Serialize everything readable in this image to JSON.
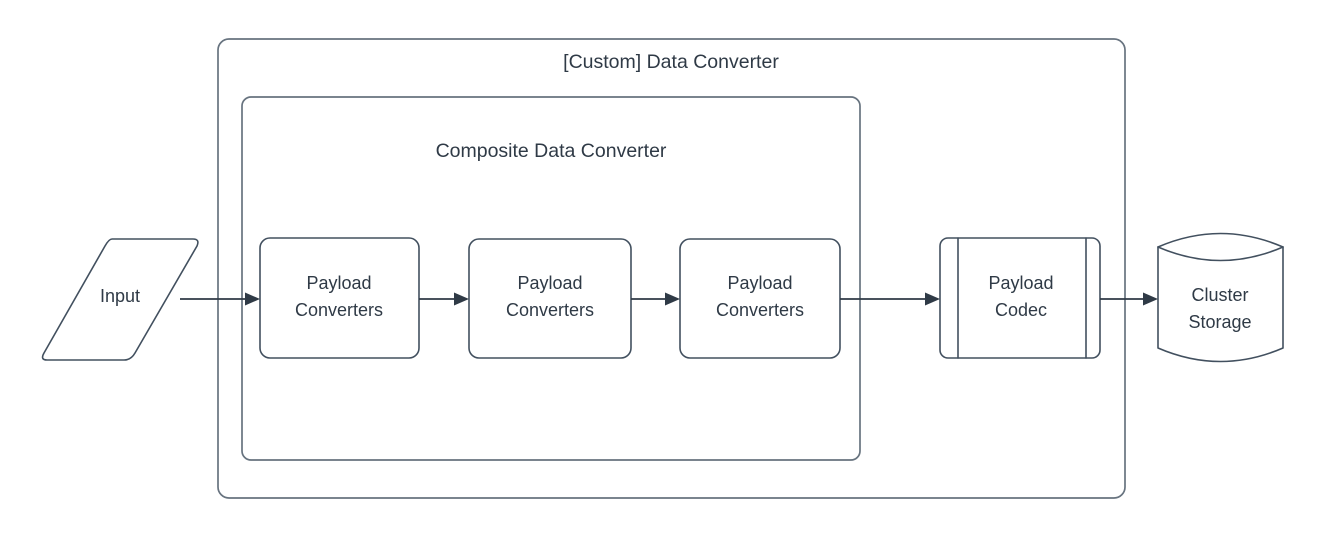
{
  "diagram": {
    "type": "flowchart",
    "title": "[Custom] Data Converter",
    "background_color": "#ffffff",
    "stroke_color": "#42505f",
    "container_stroke_color": "#67737f",
    "text_color": "#2f3a46",
    "containers": [
      {
        "id": "custom-data-converter",
        "label": "[Custom] Data Converter",
        "shape": "rounded-rectangle"
      },
      {
        "id": "composite-data-converter",
        "label": "Composite Data Converter",
        "shape": "rounded-rectangle"
      }
    ],
    "nodes": [
      {
        "id": "input",
        "label": "Input",
        "shape": "parallelogram"
      },
      {
        "id": "payload-converters-1",
        "label_line_1": "Payload",
        "label_line_2": "Converters",
        "shape": "rounded-rectangle"
      },
      {
        "id": "payload-converters-2",
        "label_line_1": "Payload",
        "label_line_2": "Converters",
        "shape": "rounded-rectangle"
      },
      {
        "id": "payload-converters-3",
        "label_line_1": "Payload",
        "label_line_2": "Converters",
        "shape": "rounded-rectangle"
      },
      {
        "id": "payload-codec",
        "label_line_1": "Payload",
        "label_line_2": "Codec",
        "shape": "predefined-process"
      },
      {
        "id": "cluster-storage",
        "label_line_1": "Cluster",
        "label_line_2": "Storage",
        "shape": "cylinder"
      }
    ],
    "edges": [
      {
        "from": "input",
        "to": "payload-converters-1",
        "arrow": "single"
      },
      {
        "from": "payload-converters-1",
        "to": "payload-converters-2",
        "arrow": "single"
      },
      {
        "from": "payload-converters-2",
        "to": "payload-converters-3",
        "arrow": "single"
      },
      {
        "from": "payload-converters-3",
        "to": "payload-codec",
        "arrow": "single"
      },
      {
        "from": "payload-codec",
        "to": "cluster-storage",
        "arrow": "single"
      }
    ]
  }
}
